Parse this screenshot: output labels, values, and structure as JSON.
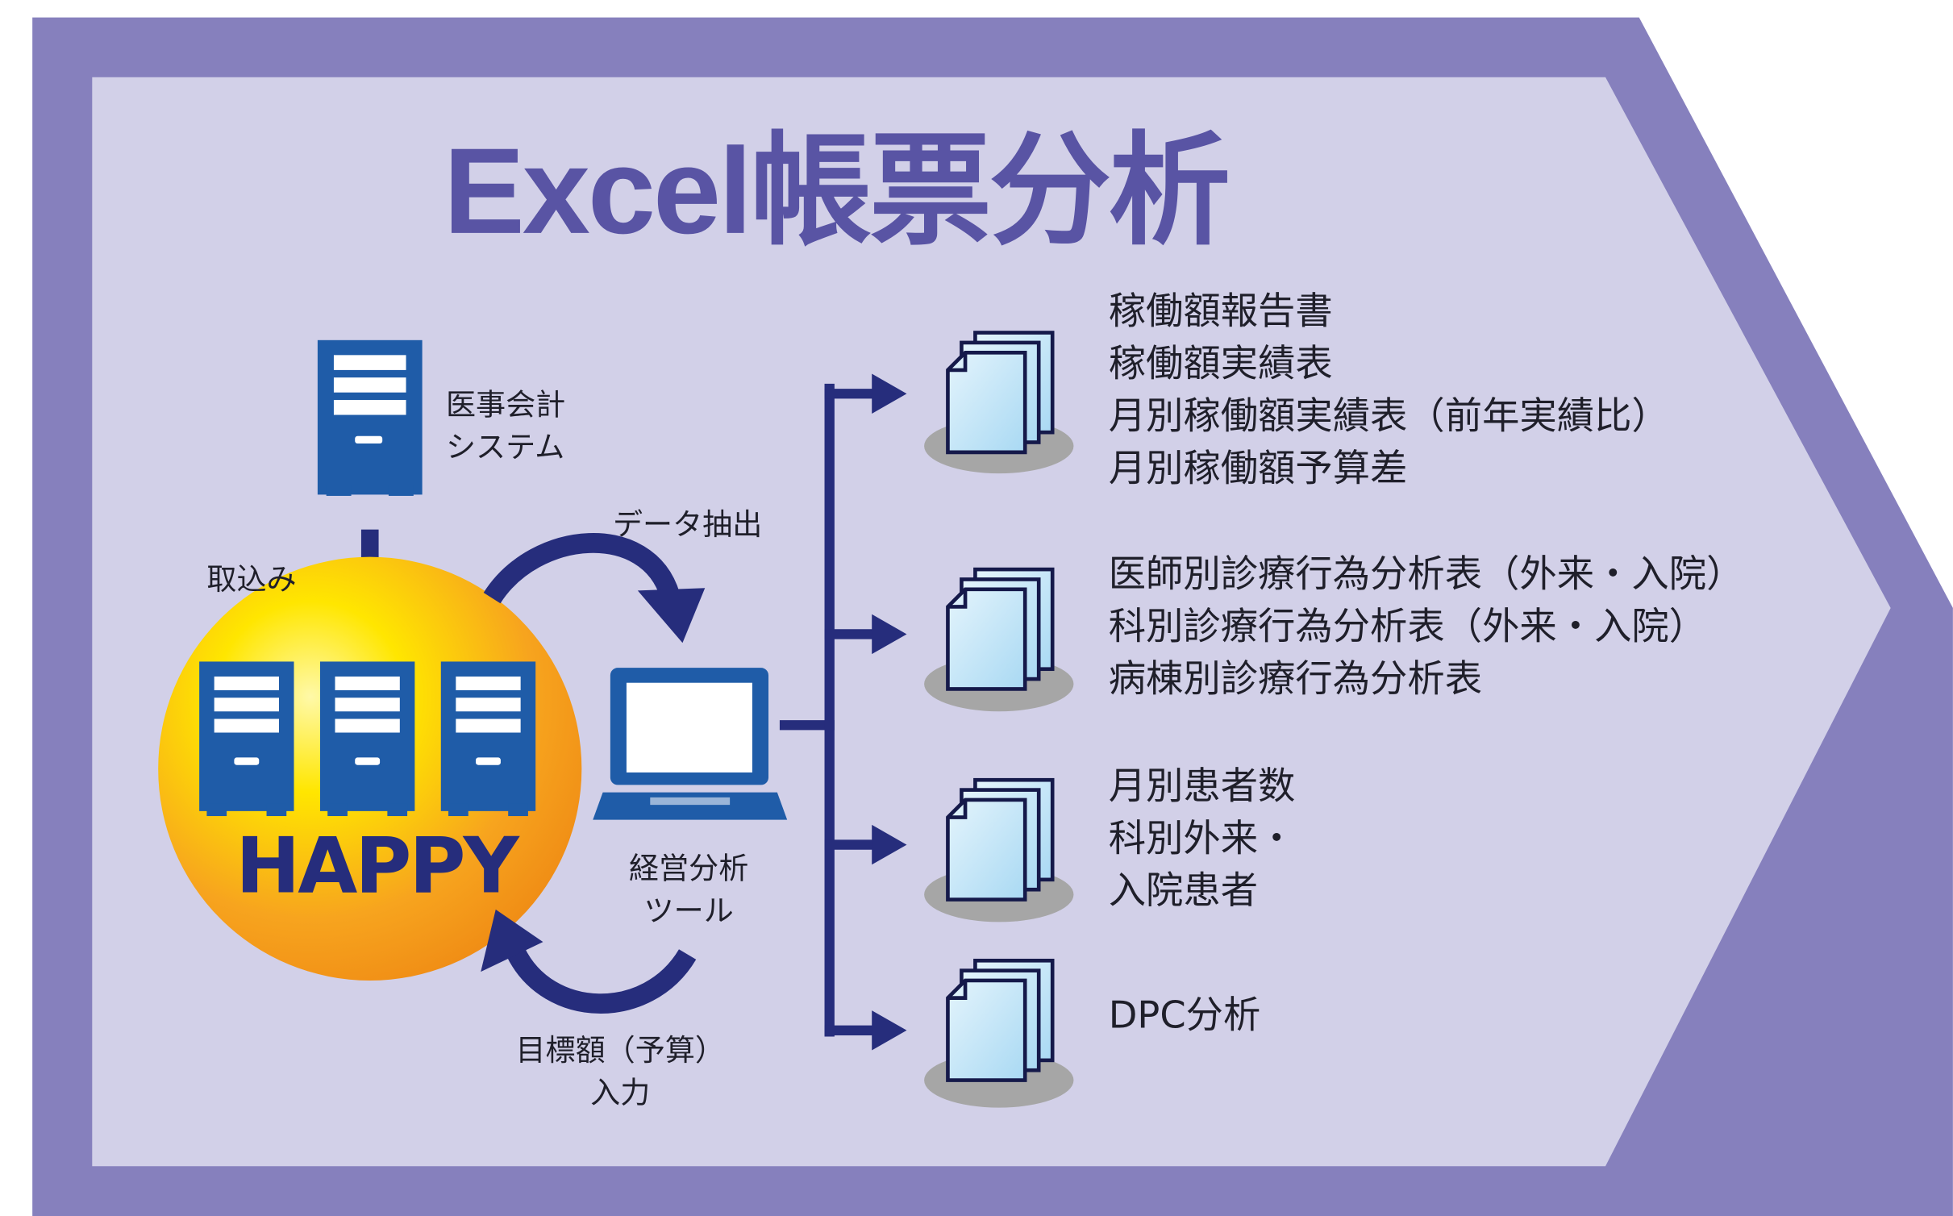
{
  "title": "Excel帳票分析",
  "source_system": {
    "lines": [
      "医事会計",
      "システム"
    ]
  },
  "import_label": "取込み",
  "happy_label": "HAPPY",
  "extract_label": "データ抽出",
  "tool_label": {
    "lines": [
      "経営分析",
      "ツール"
    ]
  },
  "budget_label": {
    "lines": [
      "目標額（予算）",
      "入力"
    ]
  },
  "reports": [
    {
      "lines": [
        "稼働額報告書",
        "稼働額実績表",
        "月別稼働額実績表（前年実績比）",
        "月別稼働額予算差"
      ]
    },
    {
      "lines": [
        "医師別診療行為分析表（外来・入院）",
        "科別診療行為分析表（外来・入院）",
        "病棟別診療行為分析表"
      ]
    },
    {
      "lines": [
        "月別患者数",
        "科別外来・",
        "入院患者"
      ]
    },
    {
      "lines": [
        "DPC分析"
      ]
    }
  ],
  "colors": {
    "frame": "#8680bd",
    "panel": "#d2d0e8",
    "navy": "#262d7c",
    "server_blue": "#1f5ca8",
    "title": "#5954a4",
    "doc_fill": "#b8e1f7",
    "doc_shadow": "#a6a6a6"
  }
}
